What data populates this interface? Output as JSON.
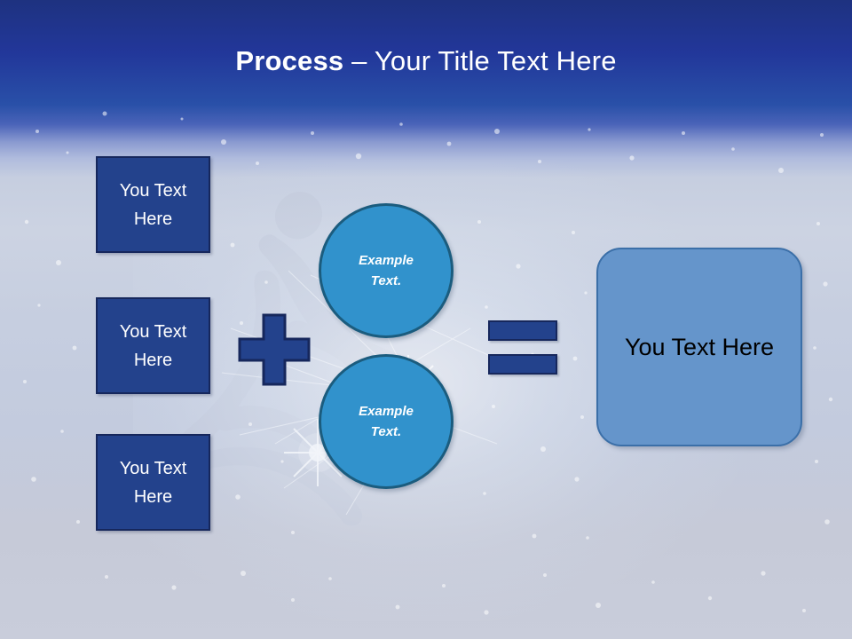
{
  "slide": {
    "title": {
      "bold_part": "Process",
      "rest_part": " – Your Title Text Here"
    },
    "colors": {
      "title_band_top": "#1E3280",
      "title_band_bottom": "#2950A8",
      "background_bottom": "#C9CDDB",
      "input_box_fill": "#23428C",
      "input_box_border": "#16275C",
      "circle_fill": "#3192CC",
      "circle_border": "#1B5C7E",
      "operator_fill": "#23428C",
      "operator_border": "#16275C",
      "result_fill": "#6595CB",
      "result_border": "#3B6FA8",
      "input_text": "#FFFFFF",
      "circle_text": "#FFFFFF",
      "result_text": "#000000"
    },
    "input_boxes": [
      {
        "line1": "You Text",
        "line2": "Here"
      },
      {
        "line1": "You Text",
        "line2": "Here"
      },
      {
        "line1": "You Text",
        "line2": "Here"
      }
    ],
    "circles": [
      {
        "line1": "Example",
        "line2": "Text."
      },
      {
        "line1": "Example",
        "line2": "Text."
      }
    ],
    "operators": {
      "plus": "+",
      "equals": "="
    },
    "result": {
      "label": "You Text Here"
    }
  }
}
